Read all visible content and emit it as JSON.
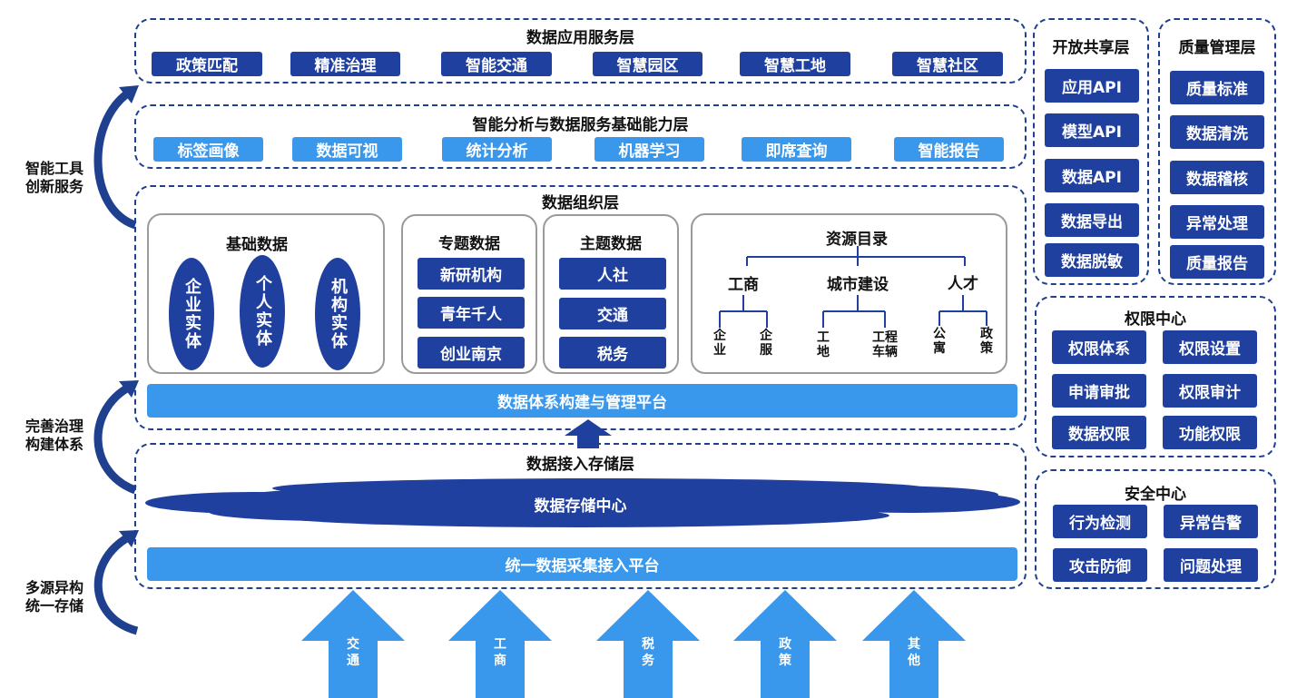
{
  "left_labels": [
    {
      "line1": "智能工具",
      "line2": "创新服务"
    },
    {
      "line1": "完善治理",
      "line2": "构建体系"
    },
    {
      "line1": "多源异构",
      "line2": "统一存储"
    }
  ],
  "app_layer": {
    "title": "数据应用服务层",
    "items": [
      "政策匹配",
      "精准治理",
      "智能交通",
      "智慧园区",
      "智慧工地",
      "智慧社区"
    ]
  },
  "analysis_layer": {
    "title": "智能分析与数据服务基础能力层",
    "items": [
      "标签画像",
      "数据可视",
      "统计分析",
      "机器学习",
      "即席查询",
      "智能报告"
    ]
  },
  "org_layer": {
    "title": "数据组织层",
    "basic": {
      "title": "基础数据",
      "items": [
        "企业实体",
        "个人实体",
        "机构实体"
      ]
    },
    "special": {
      "title": "专题数据",
      "items": [
        "新研机构",
        "青年千人",
        "创业南京"
      ]
    },
    "theme": {
      "title": "主题数据",
      "items": [
        "人社",
        "交通",
        "税务"
      ]
    },
    "catalog": {
      "title": "资源目录",
      "branches": [
        {
          "name": "工商",
          "leaves": [
            [
              "企",
              "业"
            ],
            [
              "企",
              "服"
            ]
          ]
        },
        {
          "name": "城市建设",
          "leaves": [
            [
              "工",
              "地"
            ],
            [
              "工程",
              "车辆"
            ]
          ]
        },
        {
          "name": "人才",
          "leaves": [
            [
              "公",
              "寓"
            ],
            [
              "政",
              "策"
            ]
          ]
        }
      ]
    },
    "platform": "数据体系构建与管理平台"
  },
  "storage_layer": {
    "title": "数据接入存储层",
    "center": "数据存储中心",
    "platform": "统一数据采集接入平台"
  },
  "sources": [
    [
      "交",
      "通"
    ],
    [
      "工",
      "商"
    ],
    [
      "税",
      "务"
    ],
    [
      "政",
      "策"
    ],
    [
      "其",
      "他"
    ]
  ],
  "share_layer": {
    "title": "开放共享层",
    "items": [
      "应用API",
      "模型API",
      "数据API",
      "数据导出",
      "数据脱敏"
    ]
  },
  "quality_layer": {
    "title": "质量管理层",
    "items": [
      "质量标准",
      "数据清洗",
      "数据稽核",
      "异常处理",
      "质量报告"
    ]
  },
  "permission_center": {
    "title": "权限中心",
    "items": [
      "权限体系",
      "权限设置",
      "申请审批",
      "权限审计",
      "数据权限",
      "功能权限"
    ]
  },
  "security_center": {
    "title": "安全中心",
    "items": [
      "行为检测",
      "异常告警",
      "攻击防御",
      "问题处理"
    ]
  },
  "colors": {
    "dark_blue": "#2040a0",
    "light_blue": "#3a98ec",
    "dash_border": "#1f3f8f"
  }
}
